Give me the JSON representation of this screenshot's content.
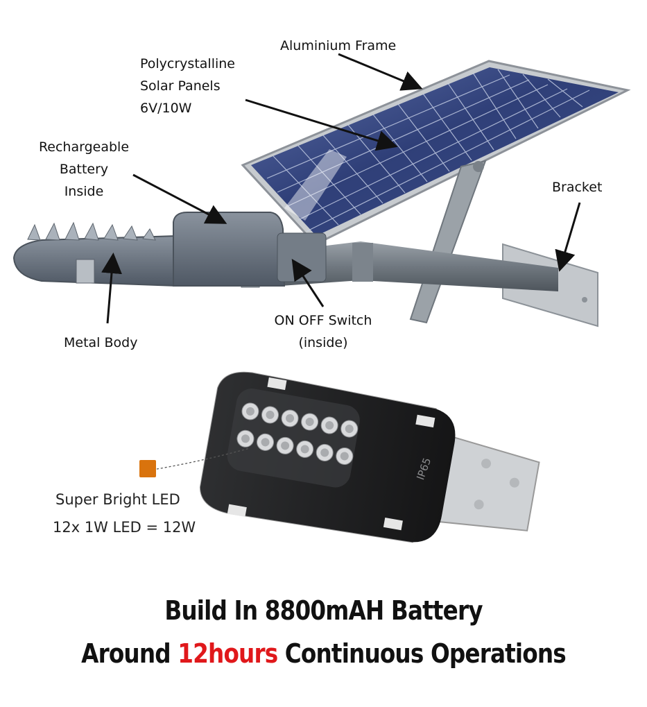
{
  "callouts": {
    "aluminium_frame": "Aluminium Frame",
    "solar_panels": "Polycrystalline\nSolar Panels\n6V/10W",
    "battery": "Rechargeable\nBattery\nInside",
    "bracket": "Bracket",
    "switch": "ON OFF Switch\n(inside)",
    "metal_body": "Metal Body"
  },
  "led_panel": {
    "line1": "Super Bright LED",
    "line2": "12x 1W LED = 12W",
    "rating_mark": "IP65",
    "led_count": 12,
    "connector_color": "#d9730d"
  },
  "headline": {
    "line1": "Build In 8800mAH Battery",
    "line2_prefix": "Around ",
    "line2_highlight": "12hours",
    "line2_suffix": " Continuous Operations"
  },
  "colors": {
    "highlight": "#e0181b",
    "body_grey": "#6b7582",
    "panel_blue": "#3b4f8f",
    "frame_grey": "#b9bec4"
  }
}
